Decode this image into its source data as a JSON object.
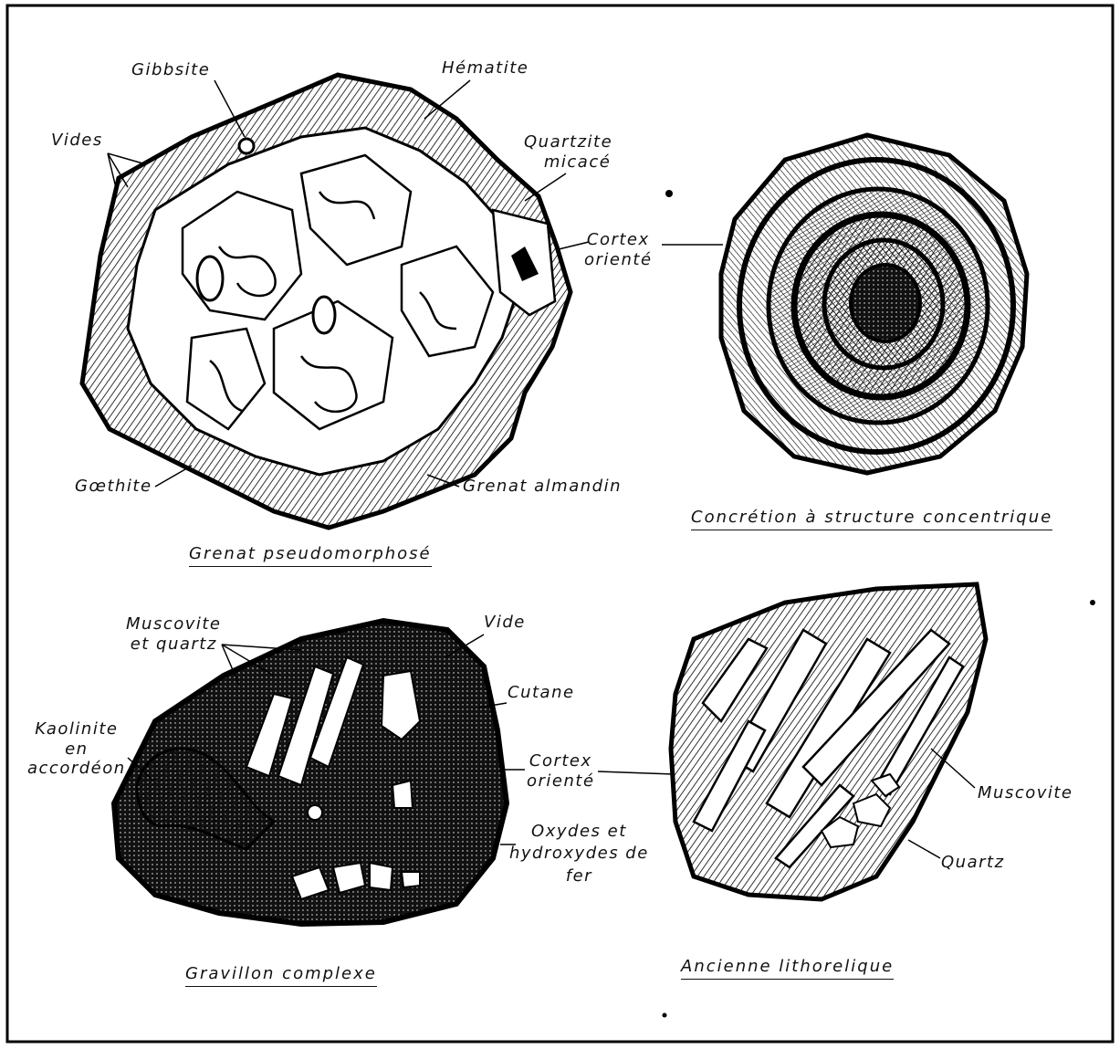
{
  "labels": {
    "gibbsite": "Gibbsite",
    "hematite": "Hématite",
    "vides": "Vides",
    "quartzite_1": "Quartzite",
    "quartzite_2": "micacé",
    "cortex1_1": "Cortex",
    "cortex1_2": "orienté",
    "goethite": "Gœthite",
    "grenat_almandin": "Grenat almandin",
    "muscovite_quartz_1": "Muscovite",
    "muscovite_quartz_2": "et quartz",
    "vide": "Vide",
    "cutane": "Cutane",
    "kaolinite_1": "Kaolinite",
    "kaolinite_2": "en",
    "kaolinite_3": "accordéon",
    "cortex2_1": "Cortex",
    "cortex2_2": "orienté",
    "oxydes_1": "Oxydes et",
    "oxydes_2": "hydroxydes de",
    "oxydes_3": "fer",
    "muscovite": "Muscovite",
    "quartz": "Quartz"
  },
  "captions": {
    "grenat": "Grenat pseudomorphosé",
    "concretion": "Concrétion à structure concentrique",
    "gravillon": "Gravillon complexe",
    "ancienne": "Ancienne lithorelique"
  }
}
